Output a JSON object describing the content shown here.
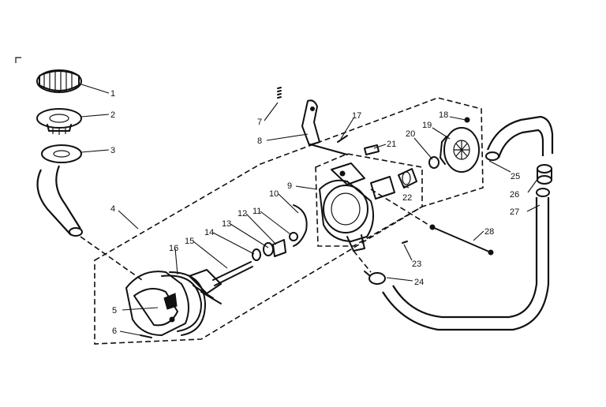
{
  "callouts": [
    {
      "id": "p1",
      "text": "1"
    },
    {
      "id": "p2",
      "text": "2"
    },
    {
      "id": "p3",
      "text": "3"
    },
    {
      "id": "p4",
      "text": "4"
    },
    {
      "id": "p5",
      "text": "5"
    },
    {
      "id": "p6",
      "text": "6"
    },
    {
      "id": "p7",
      "text": "7"
    },
    {
      "id": "p8",
      "text": "8"
    },
    {
      "id": "p9",
      "text": "9"
    },
    {
      "id": "p10",
      "text": "10"
    },
    {
      "id": "p11",
      "text": "11"
    },
    {
      "id": "p12",
      "text": "12"
    },
    {
      "id": "p13",
      "text": "13"
    },
    {
      "id": "p14",
      "text": "14"
    },
    {
      "id": "p15",
      "text": "15"
    },
    {
      "id": "p16",
      "text": "16"
    },
    {
      "id": "p17",
      "text": "17"
    },
    {
      "id": "p18",
      "text": "18"
    },
    {
      "id": "p19",
      "text": "19"
    },
    {
      "id": "p20",
      "text": "20"
    },
    {
      "id": "p21",
      "text": "21"
    },
    {
      "id": "p22",
      "text": "22"
    },
    {
      "id": "p23",
      "text": "23"
    },
    {
      "id": "p24",
      "text": "24"
    },
    {
      "id": "p25",
      "text": "25"
    },
    {
      "id": "p26",
      "text": "26"
    },
    {
      "id": "p27",
      "text": "27"
    },
    {
      "id": "p28",
      "text": "28"
    }
  ],
  "colors": {
    "ink": "#111111",
    "paper": "#ffffff"
  }
}
